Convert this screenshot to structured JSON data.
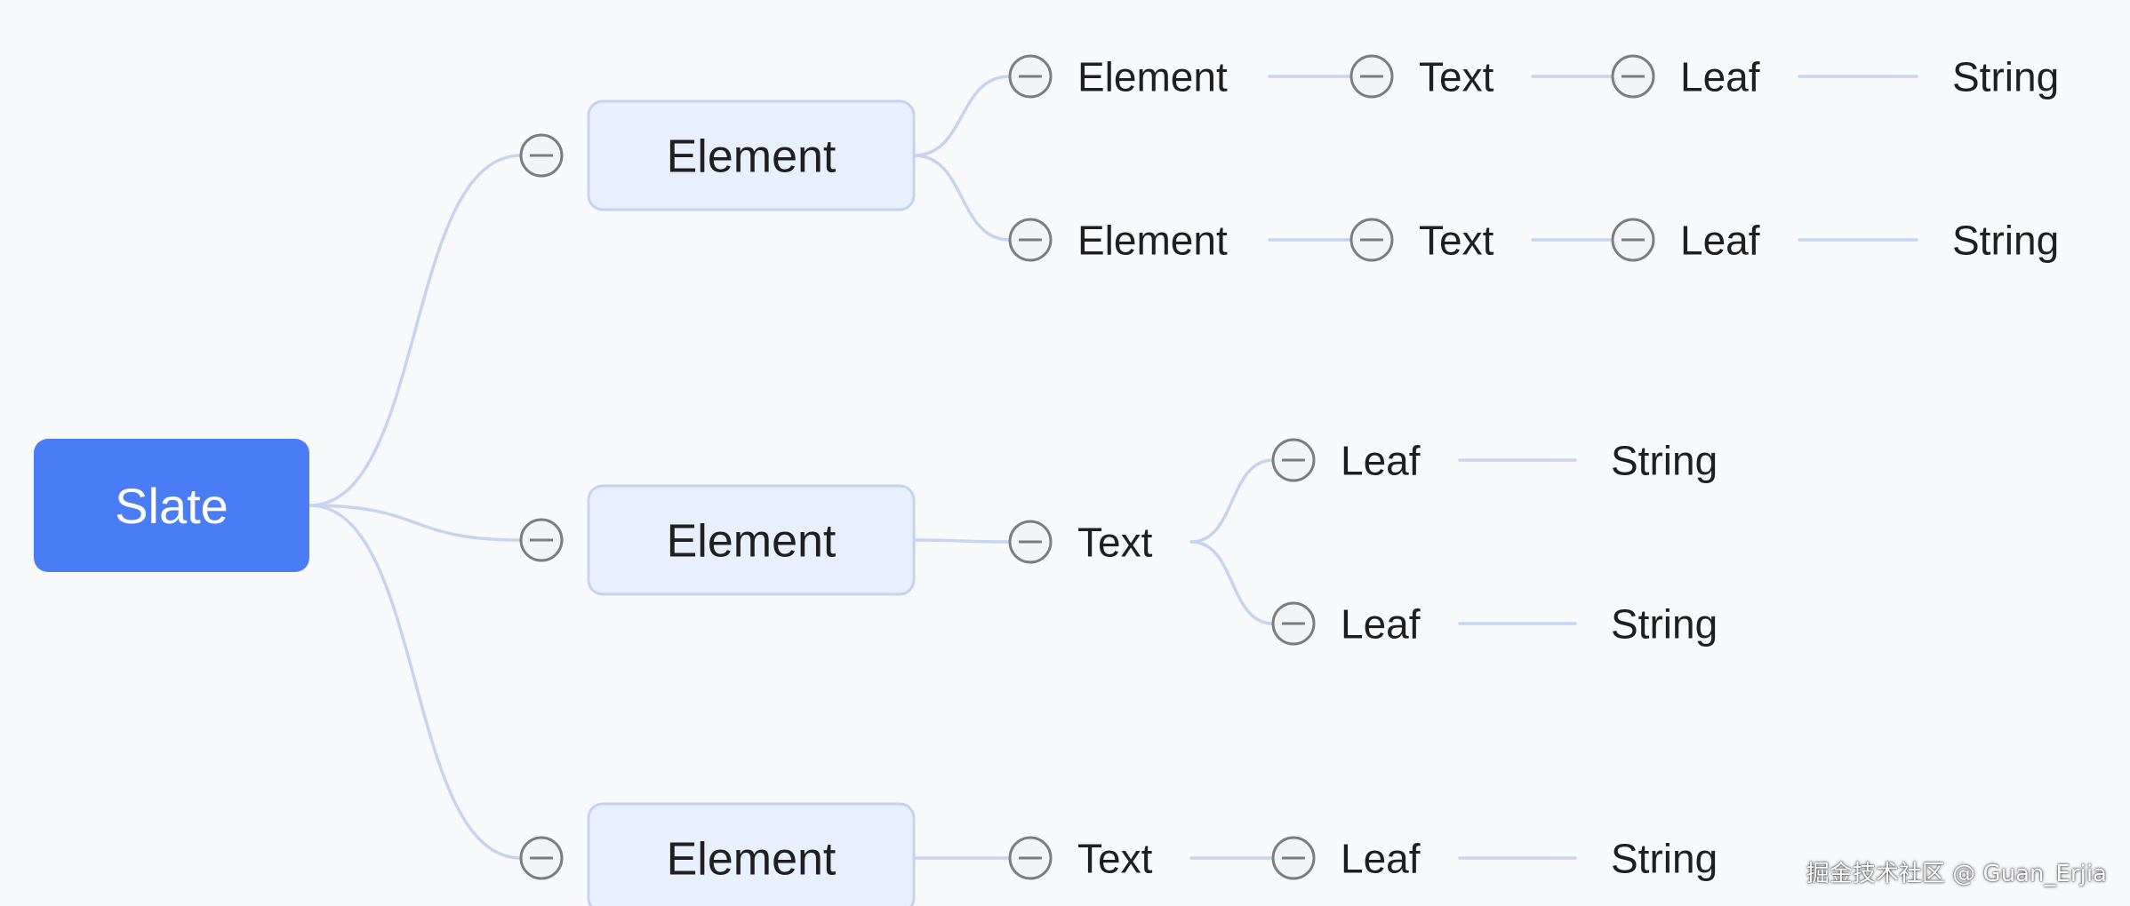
{
  "colors": {
    "background": "#f8f9fb",
    "root_fill": "#4a7df5",
    "root_text": "#ffffff",
    "box_fill": "#e9f0fd",
    "box_stroke": "#c5d3ee",
    "line": "#c8d4ef",
    "toggle_stroke": "#7d7d7d",
    "text": "#1f1f1f"
  },
  "tree": {
    "label": "Slate",
    "children": [
      {
        "label": "Element",
        "children": [
          {
            "label": "Element",
            "children": [
              {
                "label": "Text",
                "children": [
                  {
                    "label": "Leaf",
                    "children": [
                      {
                        "label": "String"
                      }
                    ]
                  }
                ]
              }
            ]
          },
          {
            "label": "Element",
            "children": [
              {
                "label": "Text",
                "children": [
                  {
                    "label": "Leaf",
                    "children": [
                      {
                        "label": "String"
                      }
                    ]
                  }
                ]
              }
            ]
          }
        ]
      },
      {
        "label": "Element",
        "children": [
          {
            "label": "Text",
            "children": [
              {
                "label": "Leaf",
                "children": [
                  {
                    "label": "String"
                  }
                ]
              },
              {
                "label": "Leaf",
                "children": [
                  {
                    "label": "String"
                  }
                ]
              }
            ]
          }
        ]
      },
      {
        "label": "Element",
        "children": [
          {
            "label": "Text",
            "children": [
              {
                "label": "Leaf",
                "children": [
                  {
                    "label": "String"
                  }
                ]
              }
            ]
          }
        ]
      }
    ]
  },
  "watermark": "掘金技术社区 @ Guan_Erjia"
}
